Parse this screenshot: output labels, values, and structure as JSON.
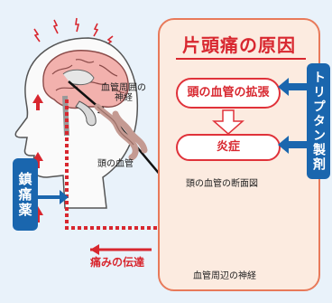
{
  "panel": {
    "title": "片頭痛の原因",
    "step_dilation": "頭の血管の拡張",
    "step_inflammation": "炎症"
  },
  "labels": {
    "perivascular_nerve": "血管周囲の\n神経",
    "head_vessel": "頭の血管",
    "cross_section": "頭の血管の断面図",
    "surrounding_nerve": "血管周辺の神経",
    "pain_transmission": "痛みの伝達"
  },
  "drugs": {
    "triptan": "トリプタン製剤",
    "analgesic": "鎮痛薬"
  },
  "colors": {
    "accent_red": "#d8272f",
    "drug_blue": "#1a66ae",
    "panel_fill": "#fcebe0",
    "background": "#e9f2fa"
  }
}
